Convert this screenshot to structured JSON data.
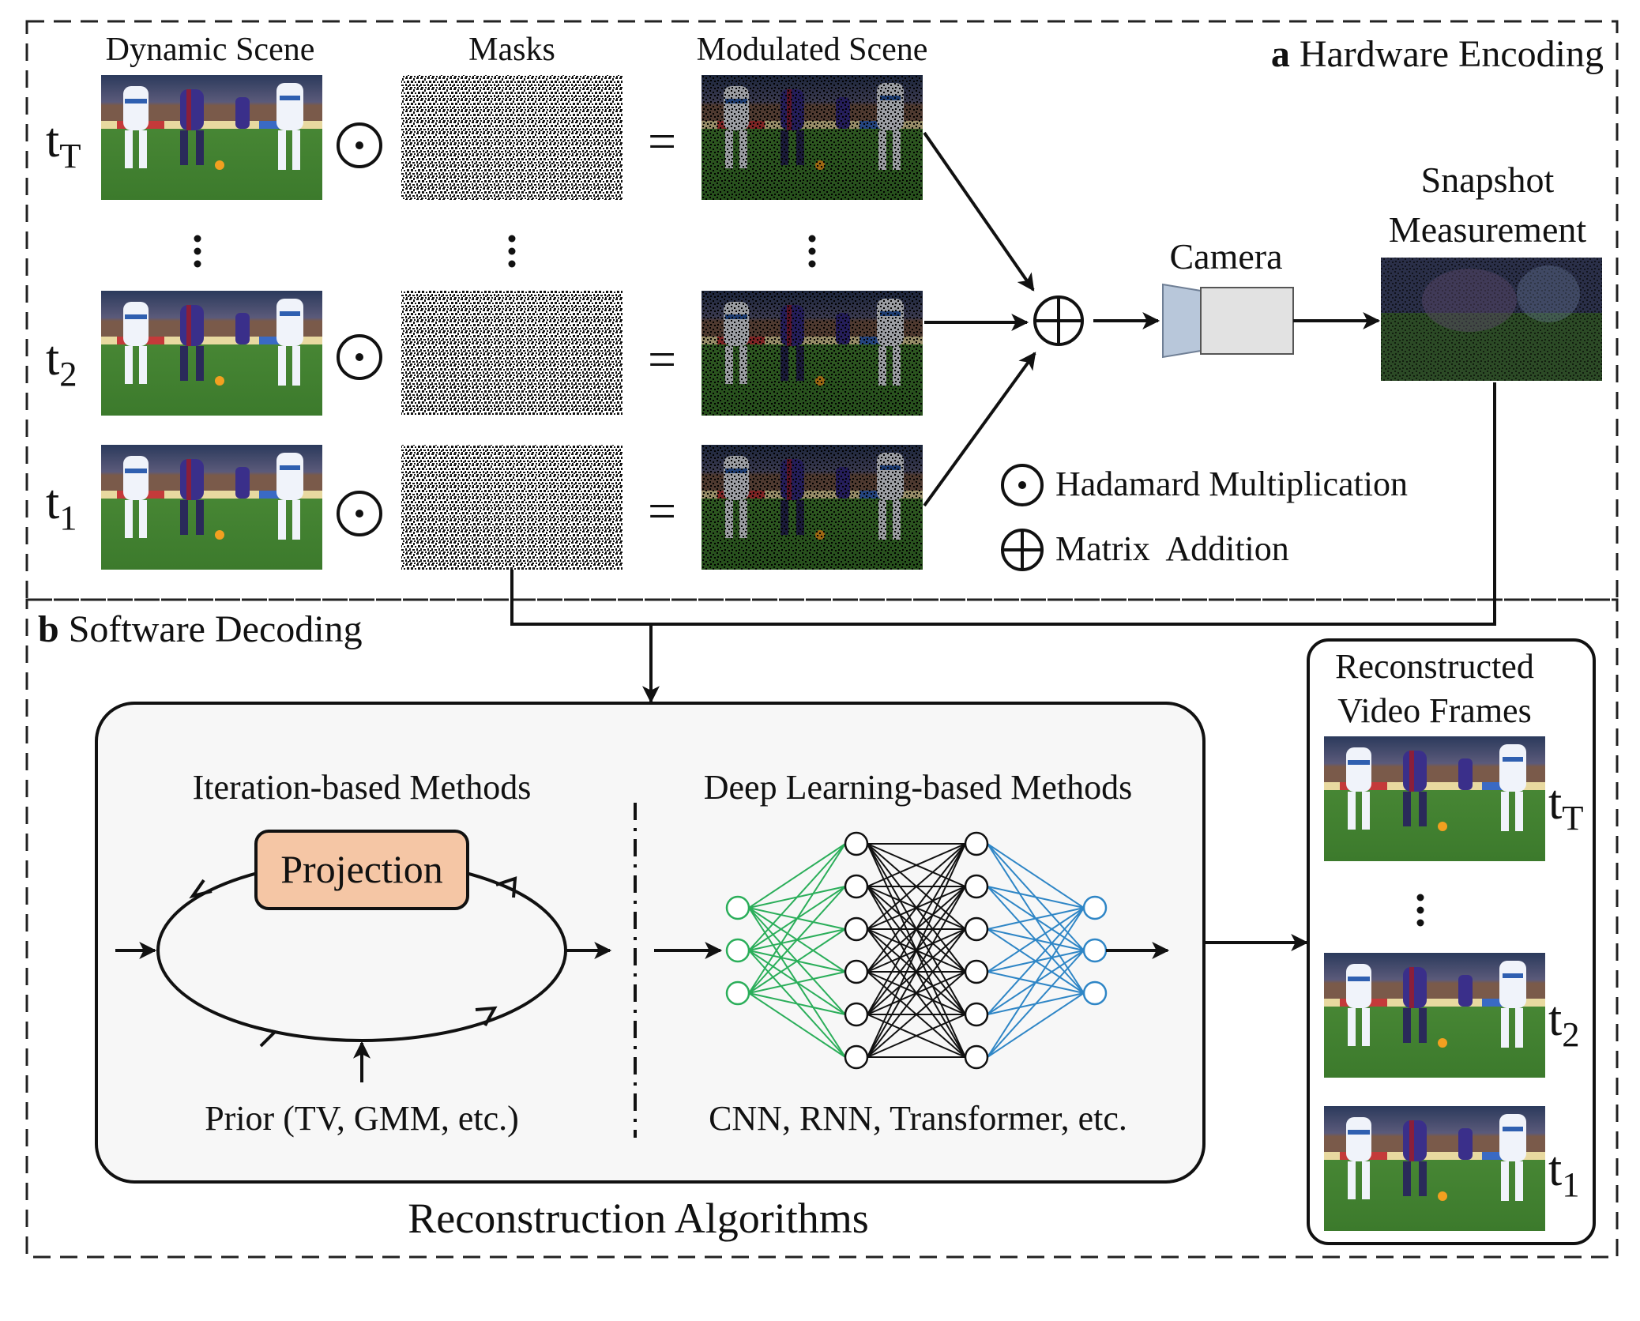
{
  "encoding": {
    "panel_letter": "a",
    "panel_title": "Hardware Encoding",
    "col_scene": "Dynamic Scene",
    "col_masks": "Masks",
    "col_modulated": "Modulated Scene",
    "rows": [
      {
        "t": "t",
        "sub": "T"
      },
      {
        "t": "t",
        "sub": "2"
      },
      {
        "t": "t",
        "sub": "1"
      }
    ],
    "camera_label": "Camera",
    "snapshot_line1": "Snapshot",
    "snapshot_line2": "Measurement",
    "legend_hadamard": "Hadamard Multiplication",
    "legend_addition": "Matrix  Addition"
  },
  "decoding": {
    "panel_letter": "b",
    "panel_title": "Software Decoding",
    "iteration_title": "Iteration-based Methods",
    "projection_label": "Projection",
    "prior_label": "Prior (TV, GMM, etc.)",
    "dl_title": "Deep Learning-based Methods",
    "dl_models": "CNN, RNN, Transformer, etc.",
    "algorithms_caption": "Reconstruction Algorithms",
    "recon_line1": "Reconstructed",
    "recon_line2": "Video Frames",
    "recon_rows": [
      {
        "t": "t",
        "sub": "T"
      },
      {
        "t": "t",
        "sub": "2"
      },
      {
        "t": "t",
        "sub": "1"
      }
    ]
  },
  "colors": {
    "projection_fill": "#F5C6A5",
    "camera_lens": "#B8C7DA",
    "camera_body": "#E2E2E2",
    "nn_input": "#2BAE5A",
    "nn_output": "#2F86C6",
    "panel_fill": "#F7F7F7"
  }
}
